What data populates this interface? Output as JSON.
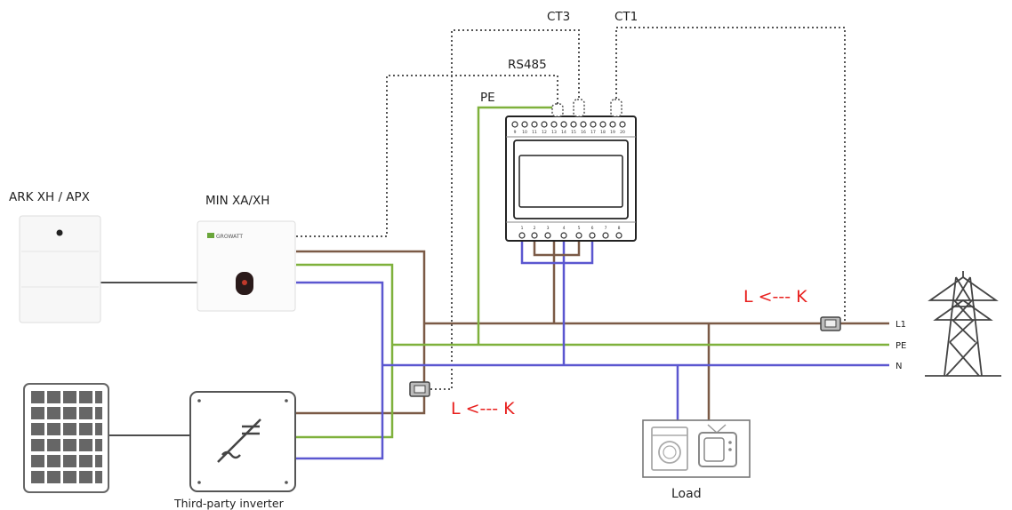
{
  "labels": {
    "battery": "ARK XH / APX",
    "min_inverter": "MIN XA/XH",
    "brand": "GROWATT",
    "third_party": "Third-party inverter",
    "load": "Load",
    "ct1": "CT1",
    "ct3": "CT3",
    "rs485": "RS485",
    "pe_top": "PE",
    "ct_grid_dir": "L <--- K",
    "ct_pv_dir": "L <--- K",
    "line_l1": "L1",
    "line_pe": "PE",
    "line_n": "N"
  },
  "meter": {
    "top_terminals": [
      "9",
      "10",
      "11",
      "12",
      "13",
      "14",
      "15",
      "16",
      "17",
      "18",
      "19",
      "20"
    ],
    "bottom_terminals": [
      "1",
      "2",
      "3",
      "4",
      "5",
      "6",
      "7",
      "8"
    ]
  },
  "colors": {
    "live": "#7b5a46",
    "earth": "#7fb13c",
    "neutral": "#5b57d0",
    "comm": "#555555",
    "dir_text": "#e8201e"
  }
}
